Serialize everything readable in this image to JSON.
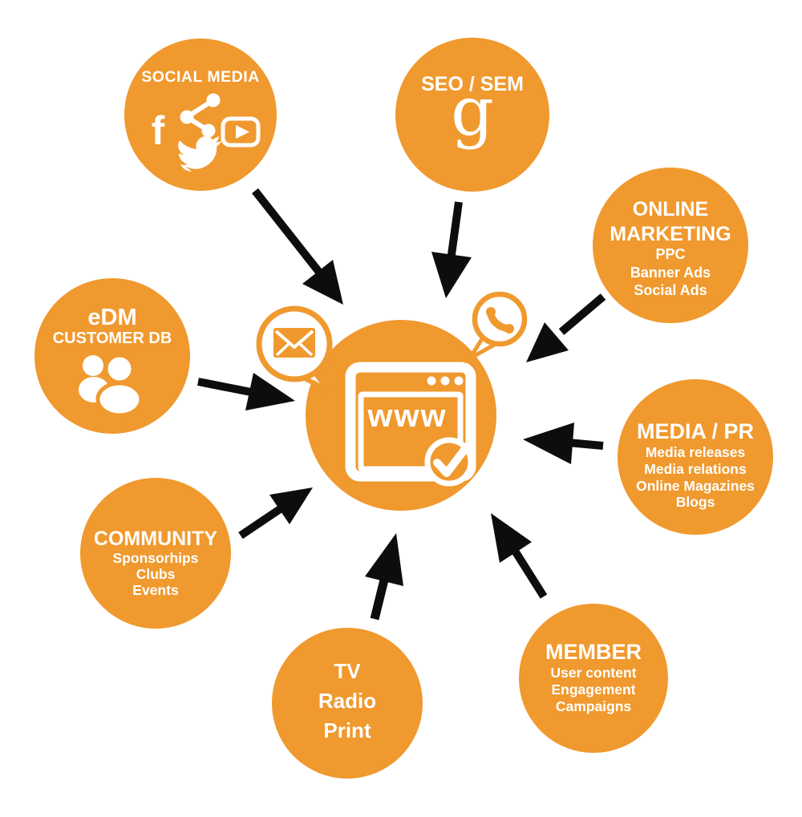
{
  "center": {
    "label": "www",
    "icons": [
      "browser-window-icon",
      "check-icon",
      "mail-bubble-icon",
      "phone-bubble-icon"
    ]
  },
  "nodes": [
    {
      "id": "social-media",
      "title": "SOCIAL MEDIA",
      "facebook_letter": "f",
      "icons": [
        "facebook-icon",
        "share-icon",
        "youtube-icon",
        "twitter-icon"
      ]
    },
    {
      "id": "seo-sem",
      "title": "SEO / SEM",
      "google_letter": "g",
      "icons": [
        "google-icon"
      ]
    },
    {
      "id": "online-marketing",
      "title_line1": "ONLINE",
      "title_line2": "MARKETING",
      "items": [
        "PPC",
        "Banner Ads",
        "Social Ads"
      ]
    },
    {
      "id": "media-pr",
      "title": "MEDIA / PR",
      "items": [
        "Media releases",
        "Media relations",
        "Online Magazines",
        "Blogs"
      ]
    },
    {
      "id": "member",
      "title": "MEMBER",
      "items": [
        "User content",
        "Engagement",
        "Campaigns"
      ]
    },
    {
      "id": "tv-radio-print",
      "items": [
        "TV",
        "Radio",
        "Print"
      ]
    },
    {
      "id": "community",
      "title": "COMMUNITY",
      "items": [
        "Sponsorhips",
        "Clubs",
        "Events"
      ]
    },
    {
      "id": "edm",
      "title": "eDM",
      "subtitle": "CUSTOMER DB",
      "icons": [
        "people-icon"
      ]
    }
  ],
  "colors": {
    "circle_orange": "#F0992E",
    "arrow_black": "#0d0d0d",
    "icon_white": "#FFFFFF",
    "background": "#FFFFFF"
  }
}
